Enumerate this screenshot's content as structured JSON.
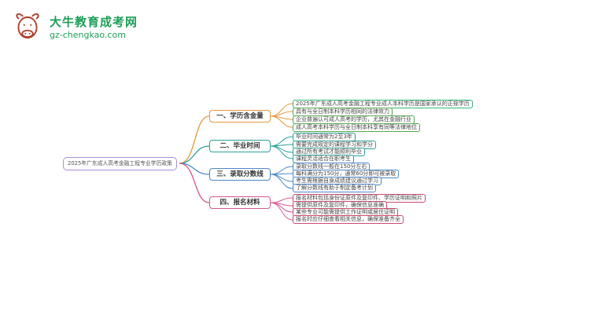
{
  "logo": {
    "title": "大牛教育成考网",
    "domain": "gz-chengkao.com",
    "brand_color": "#1d9e57",
    "icon": "bull-icon",
    "icon_color": "#b0402c"
  },
  "root": {
    "label": "2025年广东成人高考金融工程专业学历政策",
    "border_color": "#a98fd6"
  },
  "branches": [
    {
      "label": "一、学历含金量",
      "color": "#e8973a",
      "leaf_color": "#54a854",
      "leaves": [
        "2025年广东成人高考金融工程专业成人本科学历是国家承认的正规学历",
        "具有与全日制本科学历相同的法律效力",
        "企业普遍认可成人高考的学历，尤其在金融行业",
        "成人高考本科学历与全日制本科享有同等法律地位"
      ]
    },
    {
      "label": "二、毕业时间",
      "color": "#2aa198",
      "leaf_color": "#2aa198",
      "leaves": [
        "毕业时间通常为2至3年",
        "需要完成规定的课程学习和学分",
        "通过所有考试才能顺利毕业",
        "课程灵活适合在职考生"
      ]
    },
    {
      "label": "三、录取分数线",
      "color": "#4a86c8",
      "leaf_color": "#4a86c8",
      "leaves": [
        "录取分数线一般在150分左右",
        "每科满分为150分，通常60分即可被录取",
        "考生需根据自身成绩建议通过学习",
        "了解分数线有助于制定备考计划"
      ]
    },
    {
      "label": "四、报名材料",
      "color": "#d4578f",
      "leaf_color": "#cc4a6e",
      "leaves": [
        "报名材料包括身份证原件及复印件、学历证明和照片",
        "需提供原件及复印件，确保信息准确",
        "某些专业可能需提供工作证明或居住证明",
        "报名时应仔细查看相关信息，确保准备齐全"
      ]
    }
  ]
}
